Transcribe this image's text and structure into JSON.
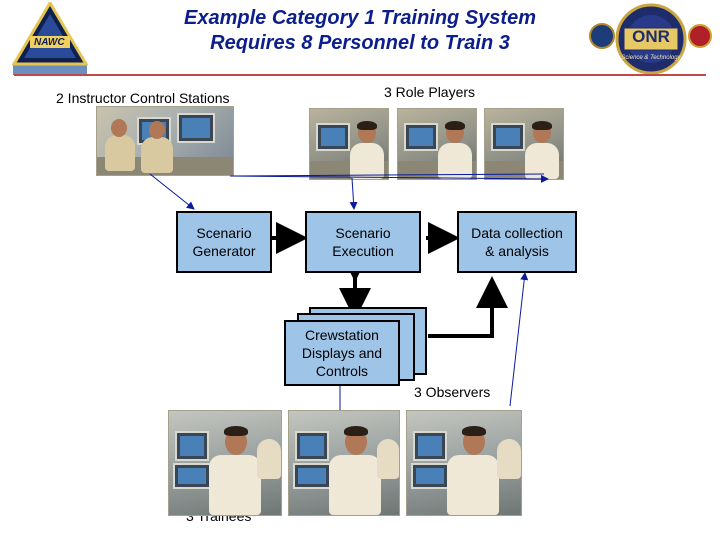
{
  "header": {
    "title_line1": "Example Category 1 Training System",
    "title_line2": "Requires 8 Personnel to Train 3",
    "left_logo_text": "NAWC",
    "right_logo_text": "ONR",
    "right_logo_sub": "Science & Technology"
  },
  "labels": {
    "instructors": "2 Instructor Control Stations",
    "role_players": "3 Role Players",
    "observers": "3 Observers",
    "trainees": "3 Trainees"
  },
  "boxes": {
    "scenario_generator": [
      "Scenario",
      "Generator"
    ],
    "scenario_execution": [
      "Scenario",
      "Execution"
    ],
    "data_collection": [
      "Data collection",
      "& analysis"
    ],
    "crewstation": [
      "Crewstation",
      "Displays and",
      "Controls"
    ]
  },
  "colors": {
    "title": "#0c1d8c",
    "box_fill": "#9ec4e8",
    "arrow": "#000000",
    "link_line": "#0a1a9a"
  }
}
